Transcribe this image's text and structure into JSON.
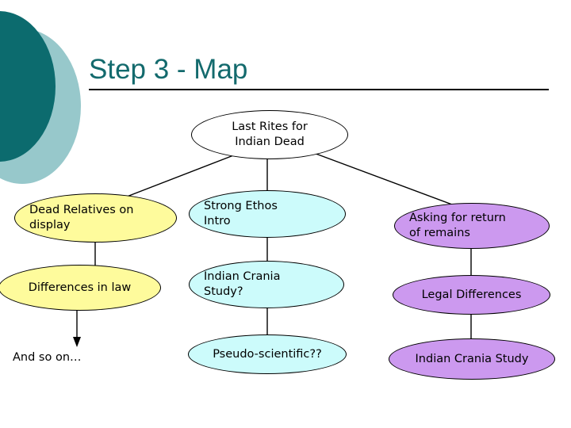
{
  "slide": {
    "title": "Step 3 - Map",
    "title_color": "#136a6d"
  },
  "decoration": {
    "dark_circle_color": "#0c6b6e",
    "light_circle_color": "#97c8cb"
  },
  "palette": {
    "root_fill": "#ffffff",
    "yellow_fill": "#fefb9c",
    "cyan_fill": "#ccfbfb",
    "purple_fill": "#cc99ef",
    "outline": "#000000"
  },
  "map": {
    "root": {
      "label": "Last Rites for\nIndian Dead"
    },
    "branch_yellow": [
      {
        "label": "Dead Relatives on\ndisplay"
      },
      {
        "label": "Differences in law"
      }
    ],
    "branch_cyan": [
      {
        "label": "Strong Ethos\nIntro"
      },
      {
        "label": "Indian Crania\nStudy?"
      },
      {
        "label": "Pseudo-scientific??"
      }
    ],
    "branch_purple": [
      {
        "label": "Asking for return\nof remains"
      },
      {
        "label": "Legal Differences"
      },
      {
        "label": "Indian Crania Study"
      }
    ],
    "continuation": {
      "label": "And so on…"
    }
  }
}
